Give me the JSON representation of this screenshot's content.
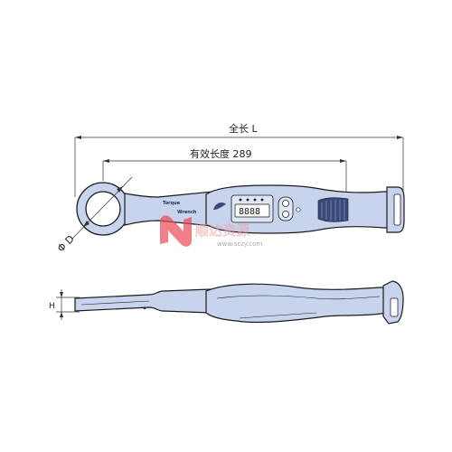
{
  "dimensions": {
    "overall_length": "全长 L",
    "effective_length": "有效长度 289",
    "head_diameter": "Φ D",
    "head_height": "H"
  },
  "product_branding": {
    "brand": "Torque",
    "model_line": "Wrench",
    "lcd_digits": "8888"
  },
  "watermark": {
    "text": "www.sczy.com",
    "cn_text": "顺达资源"
  },
  "colors": {
    "body": "#c8d4ee",
    "outline": "#1a1a1a",
    "grip_dark": "#3a4a78",
    "watermark_red": "#e8454c"
  }
}
